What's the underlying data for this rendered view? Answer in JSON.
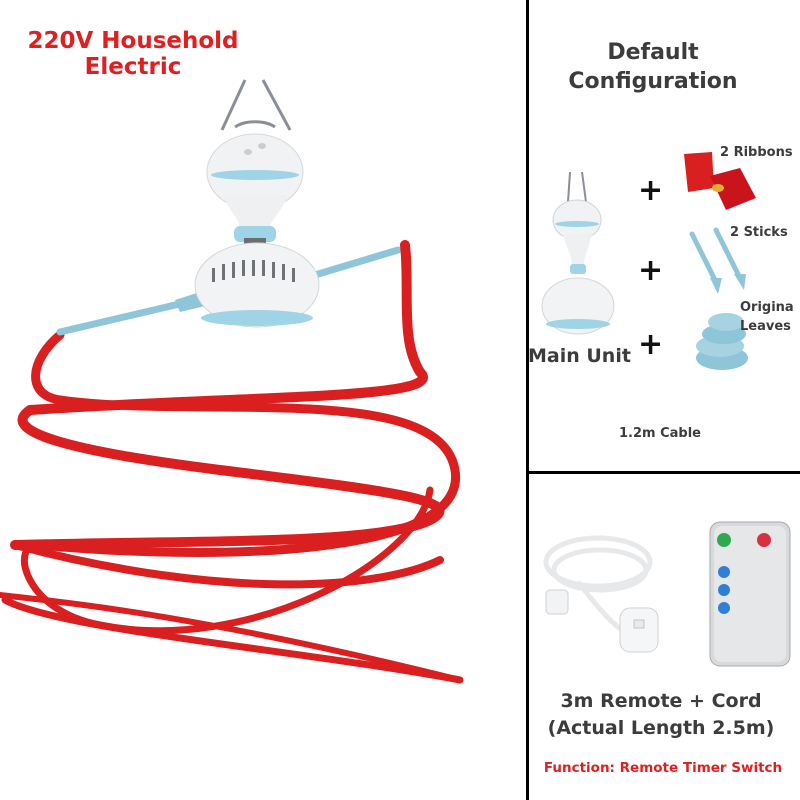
{
  "headline": {
    "line1": "220V Household",
    "line2": "Electric"
  },
  "config": {
    "title_line1": "Default",
    "title_line2": "Configuration",
    "plus_sign": "+",
    "ribbons_label": "2 Ribbons",
    "sticks_label": "2 Sticks",
    "leaves_label_line1": "Origina",
    "leaves_label_line2": "Leaves",
    "main_unit_label": "Main Unit",
    "cable_label": "1.2m Cable"
  },
  "remote": {
    "caption_line1": "3m Remote + Cord",
    "caption_line2": "(Actual Length 2.5m)",
    "function_label": "Function:",
    "function_value": "Remote Timer Switch"
  },
  "colors": {
    "headline": "#e02020",
    "ribbon": "#d91f1f",
    "fan_accent": "#9fd3e6",
    "text_dark": "#3c3c3c"
  }
}
